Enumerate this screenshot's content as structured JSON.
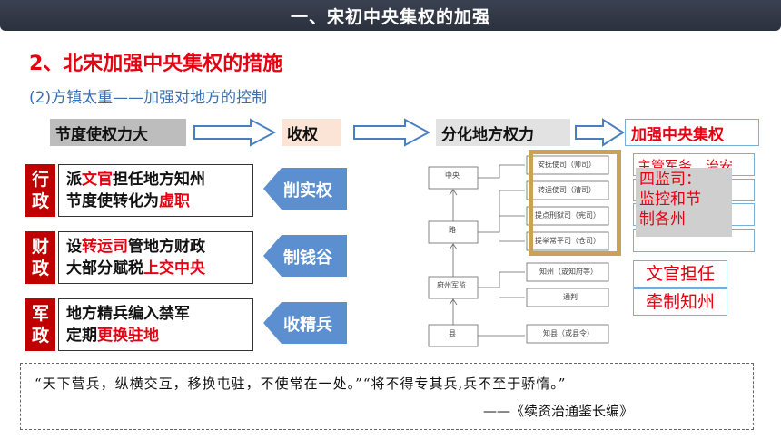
{
  "banner": {
    "title": "一、宋初中央集权的加强"
  },
  "section": {
    "title": "2、北宋加强中央集权的措施",
    "subtitle": "(2)方镇太重——加强对地方的控制"
  },
  "flow": {
    "step1": "节度使权力大",
    "step2": "收权",
    "step3": "分化地方权力",
    "step4": "加强中央集权"
  },
  "measures": [
    {
      "category": [
        "行",
        "政"
      ],
      "line1_a": "派",
      "line1_red": "文官",
      "line1_b": "担任地方知州",
      "line2_a": "节度使转化为",
      "line2_red": "虚职",
      "action": "削实权"
    },
    {
      "category": [
        "财",
        "政"
      ],
      "line1_a": "设",
      "line1_red": "转运司",
      "line1_b": "管地方财政",
      "line2_a": "大部分赋税",
      "line2_red": "上交中央",
      "action": "制钱谷"
    },
    {
      "category": [
        "军",
        "政"
      ],
      "line1_a": "地方精兵编入禁军",
      "line1_red": "",
      "line1_b": "",
      "line2_a": "定期",
      "line2_red": "更换驻地",
      "action": "收精兵"
    }
  ],
  "org_chart": {
    "central": "中央",
    "route": "路",
    "prefecture": "府州军监",
    "county": "县",
    "officials": [
      "安抚使司（帅司）",
      "转运使司（漕司）",
      "提点刑狱司（宪司）",
      "提举常平司（仓司）",
      "知州（或知府等）",
      "通判",
      "知县（或县令）"
    ]
  },
  "side_notes": {
    "partial_top": "主管军务、治安",
    "overlay": [
      "四监司：",
      "监控和节",
      "制各州"
    ],
    "civil": [
      "文官担任",
      "牵制知州"
    ]
  },
  "quote": {
    "text": "“天下营兵，纵横交互，移换屯驻，不使常在一处。”“将不得专其兵,兵不至于骄惰。”",
    "source": "——《续资治通鉴长编》"
  }
}
